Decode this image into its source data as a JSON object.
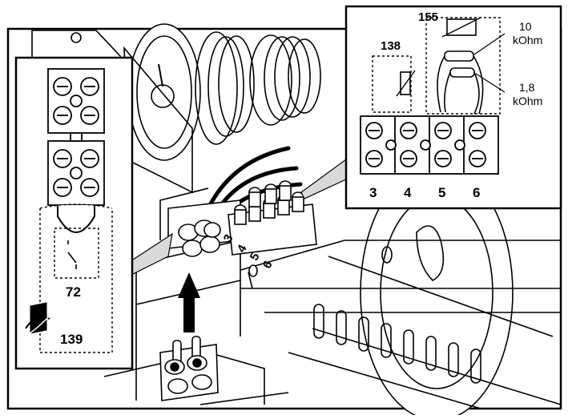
{
  "left_inset": {
    "switch_label": "72",
    "sensor_label": "139"
  },
  "right_inset": {
    "thermistor_label": "138",
    "resistor_group_label": "155",
    "resistor_a_value": "10",
    "resistor_a_unit": "kOhm",
    "resistor_b_value": "1,8",
    "resistor_b_unit": "kOhm",
    "terminals": [
      "3",
      "4",
      "5",
      "6"
    ]
  },
  "main_terminals": [
    "3",
    "4",
    "5",
    "6"
  ],
  "colors": {
    "line": "#000000",
    "background": "#ffffff",
    "shade": "#d9d9d9"
  }
}
